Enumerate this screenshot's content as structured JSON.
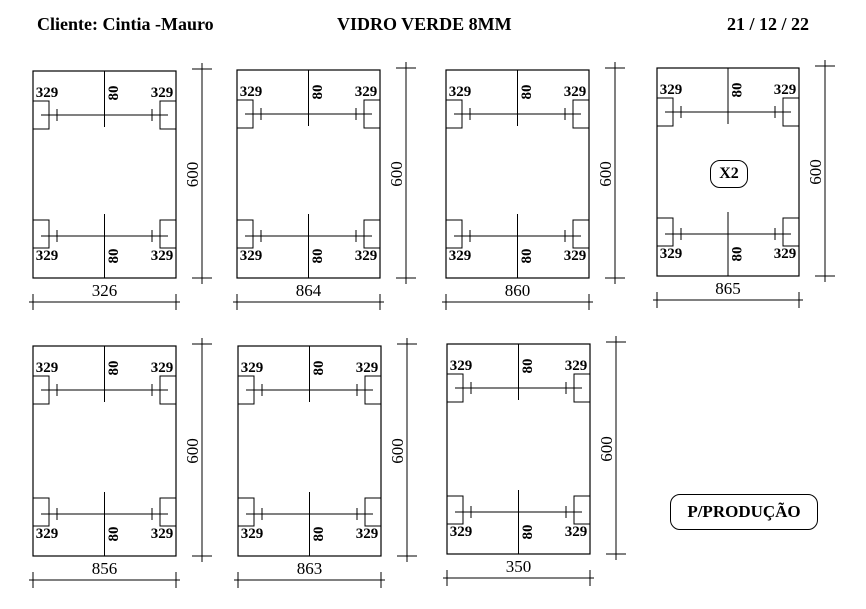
{
  "header": {
    "client": "Cliente: Cintia -Mauro",
    "glass": "VIDRO VERDE  8MM",
    "date": "21 / 12 / 22"
  },
  "panels": [
    {
      "width": "326",
      "height": "600",
      "corner": "329",
      "center": "80"
    },
    {
      "width": "864",
      "height": "600",
      "corner": "329",
      "center": "80"
    },
    {
      "width": "860",
      "height": "600",
      "corner": "329",
      "center": "80"
    },
    {
      "width": "865",
      "height": "600",
      "corner": "329",
      "center": "80",
      "qty": "X2"
    },
    {
      "width": "856",
      "height": "600",
      "corner": "329",
      "center": "80"
    },
    {
      "width": "863",
      "height": "600",
      "corner": "329",
      "center": "80"
    },
    {
      "width": "350",
      "height": "600",
      "corner": "329",
      "center": "80"
    }
  ],
  "footer": {
    "stamp": "P/PRODUÇÃO"
  }
}
